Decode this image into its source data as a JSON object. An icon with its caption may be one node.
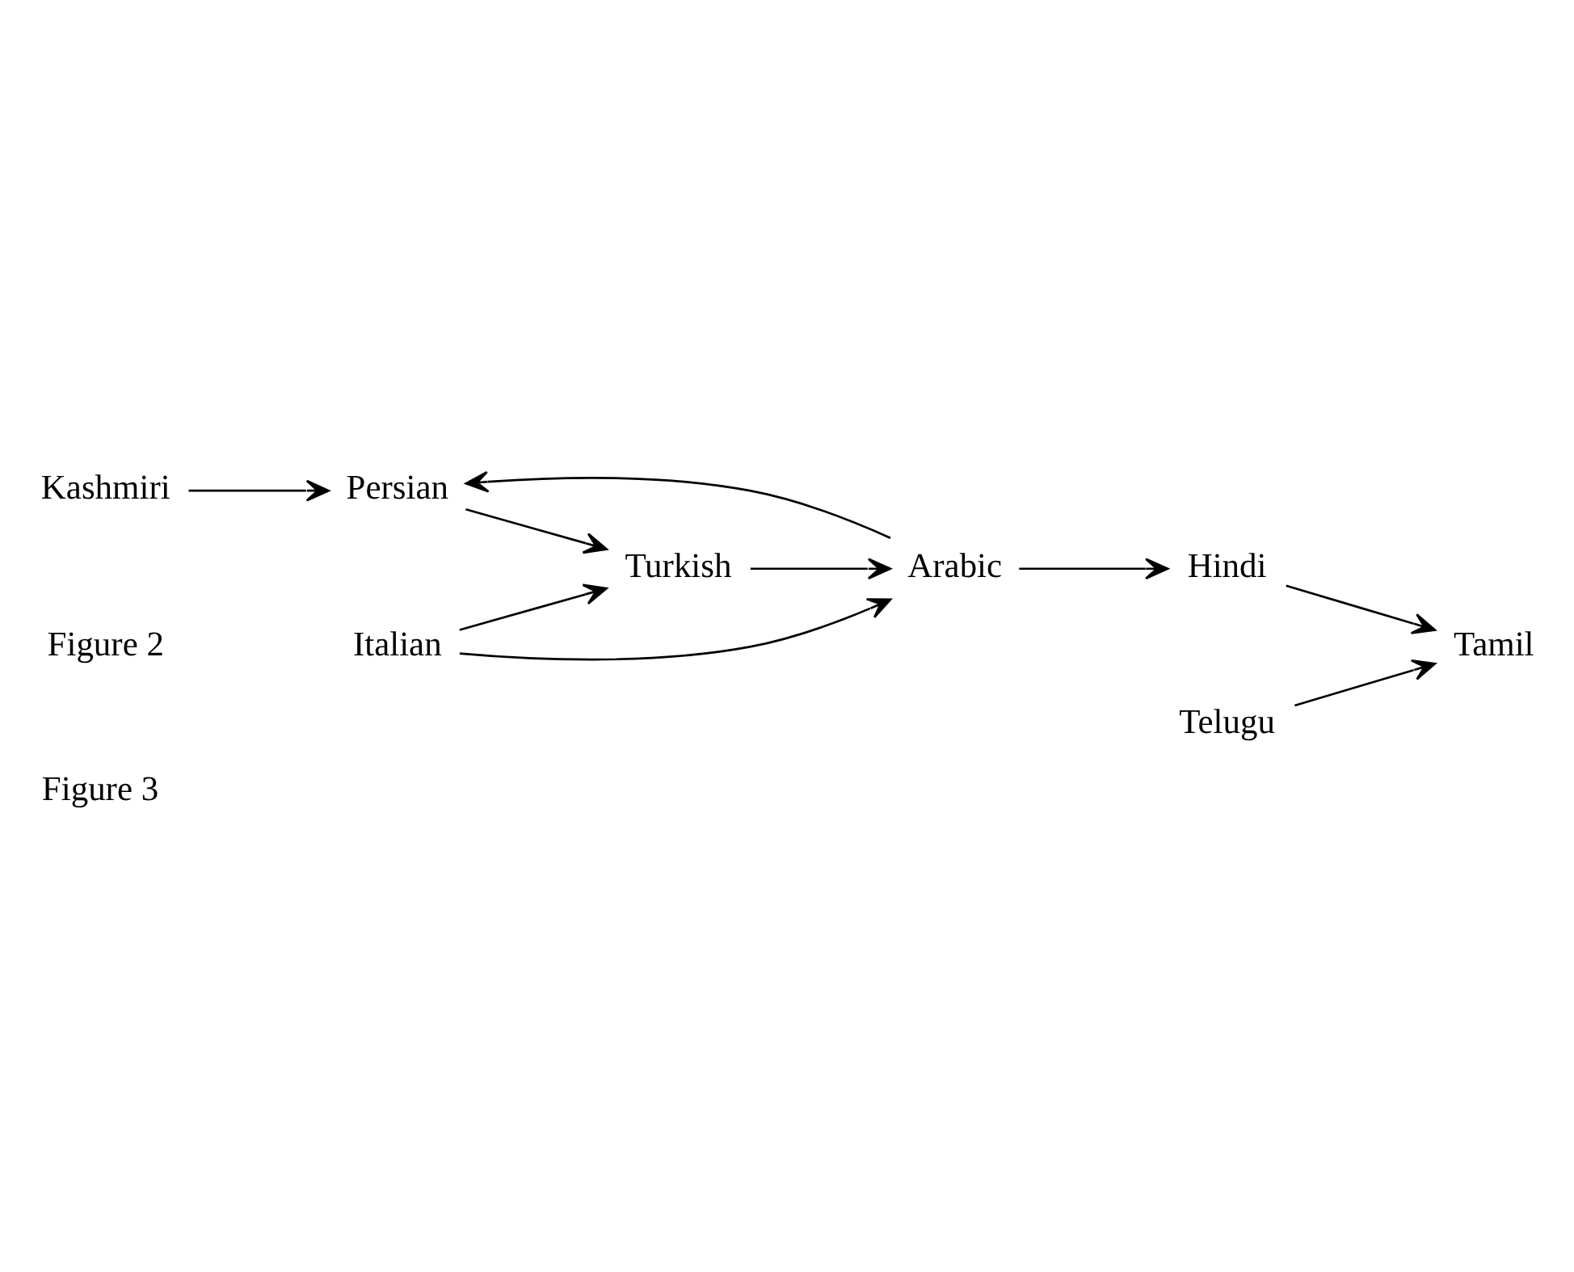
{
  "diagram": {
    "caption": "Figure 3",
    "nodes": [
      {
        "text": [
          "Kashmiri"
        ]
      },
      {
        "text": [
          "Turkish"
        ]
      },
      {
        "text": [
          "Persian"
        ]
      },
      {
        "text": [
          "Italian"
        ]
      },
      {
        "text": [
          "Arabic"
        ]
      },
      {
        "text": [
          "Hindi"
        ]
      },
      {
        "text": [
          "Tamil"
        ]
      },
      {
        "text": [
          "Telugu"
        ]
      }
    ],
    "edges": [
      {
        "from": 3,
        "to": 1,
        "arrow": "to"
      },
      {
        "from": 3,
        "to": 4,
        "arrow": "to"
      },
      {
        "from": 1,
        "to": 4,
        "arrow": "to"
      },
      {
        "from": 4,
        "to": 2,
        "arrow": "to"
      },
      {
        "from": 0,
        "to": 2,
        "arrow": "to"
      },
      {
        "from": 2,
        "to": 1,
        "arrow": "to"
      },
      {
        "from": 4,
        "to": 5,
        "arrow": "to"
      },
      {
        "from": 5,
        "to": 6,
        "arrow": "to"
      },
      {
        "from": 7,
        "to": 6,
        "arrow": "to"
      }
    ],
    "labels": [
      "Figure 2"
    ]
  }
}
